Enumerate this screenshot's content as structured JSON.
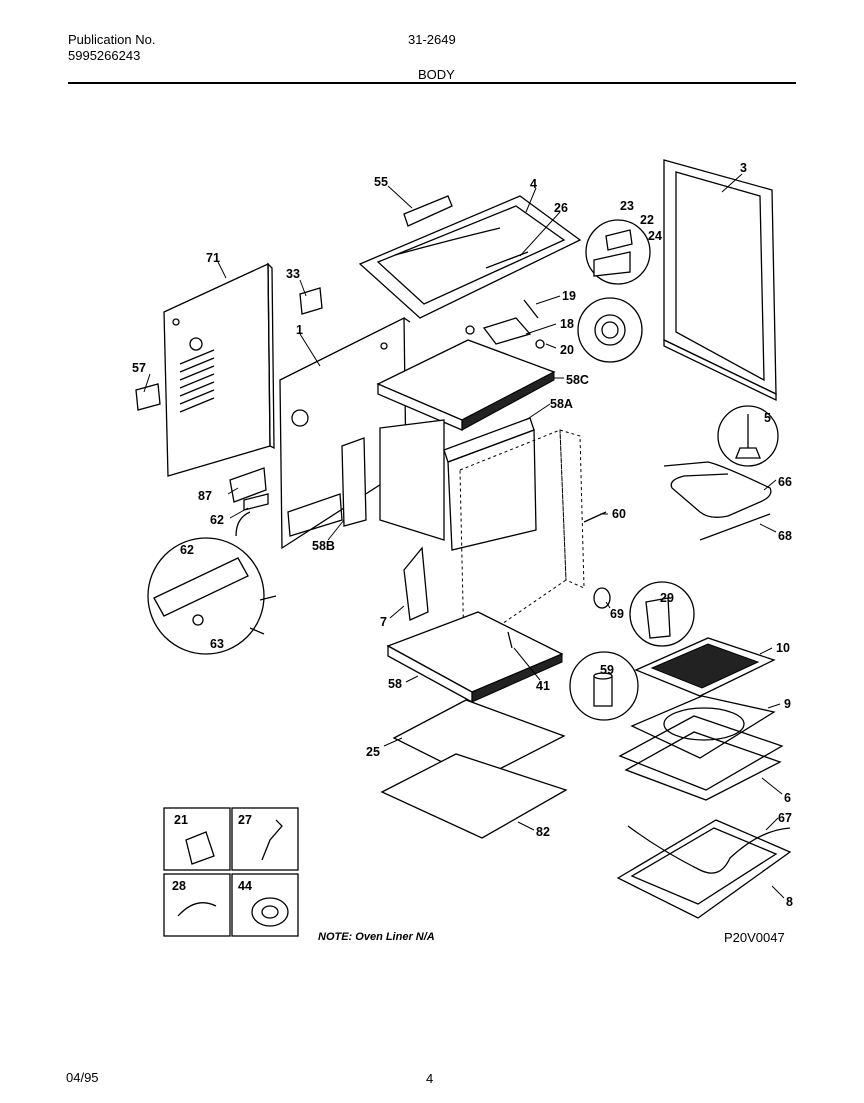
{
  "header": {
    "publication_label": "Publication No.",
    "publication_number": "5995266243",
    "model_code": "31-2649",
    "section_title": "BODY"
  },
  "diagram": {
    "callouts": [
      {
        "id": "c3",
        "text": "3"
      },
      {
        "id": "c4",
        "text": "4"
      },
      {
        "id": "c55",
        "text": "55"
      },
      {
        "id": "c26",
        "text": "26"
      },
      {
        "id": "c23",
        "text": "23"
      },
      {
        "id": "c22",
        "text": "22"
      },
      {
        "id": "c24",
        "text": "24"
      },
      {
        "id": "c71",
        "text": "71"
      },
      {
        "id": "c33",
        "text": "33"
      },
      {
        "id": "c19",
        "text": "19"
      },
      {
        "id": "c18",
        "text": "18"
      },
      {
        "id": "c20",
        "text": "20"
      },
      {
        "id": "c1",
        "text": "1"
      },
      {
        "id": "c57",
        "text": "57"
      },
      {
        "id": "c58C",
        "text": "58C"
      },
      {
        "id": "c58A",
        "text": "58A"
      },
      {
        "id": "c5",
        "text": "5"
      },
      {
        "id": "c66",
        "text": "66"
      },
      {
        "id": "c68",
        "text": "68"
      },
      {
        "id": "c87",
        "text": "87"
      },
      {
        "id": "c60",
        "text": "60"
      },
      {
        "id": "c62a",
        "text": "62"
      },
      {
        "id": "c58B",
        "text": "58B"
      },
      {
        "id": "c62b",
        "text": "62"
      },
      {
        "id": "c29",
        "text": "29"
      },
      {
        "id": "c69",
        "text": "69"
      },
      {
        "id": "c7",
        "text": "7"
      },
      {
        "id": "c63",
        "text": "63"
      },
      {
        "id": "c10",
        "text": "10"
      },
      {
        "id": "c59",
        "text": "59"
      },
      {
        "id": "c58",
        "text": "58"
      },
      {
        "id": "c41",
        "text": "41"
      },
      {
        "id": "c9",
        "text": "9"
      },
      {
        "id": "c25",
        "text": "25"
      },
      {
        "id": "c6",
        "text": "6"
      },
      {
        "id": "c82",
        "text": "82"
      },
      {
        "id": "c21",
        "text": "21"
      },
      {
        "id": "c27",
        "text": "27"
      },
      {
        "id": "c67",
        "text": "67"
      },
      {
        "id": "c28",
        "text": "28"
      },
      {
        "id": "c44",
        "text": "44"
      },
      {
        "id": "c8",
        "text": "8"
      }
    ],
    "note": "NOTE:  Oven Liner N/A",
    "drawing_code": "P20V0047"
  },
  "footer": {
    "date": "04/95",
    "page_number": "4"
  }
}
